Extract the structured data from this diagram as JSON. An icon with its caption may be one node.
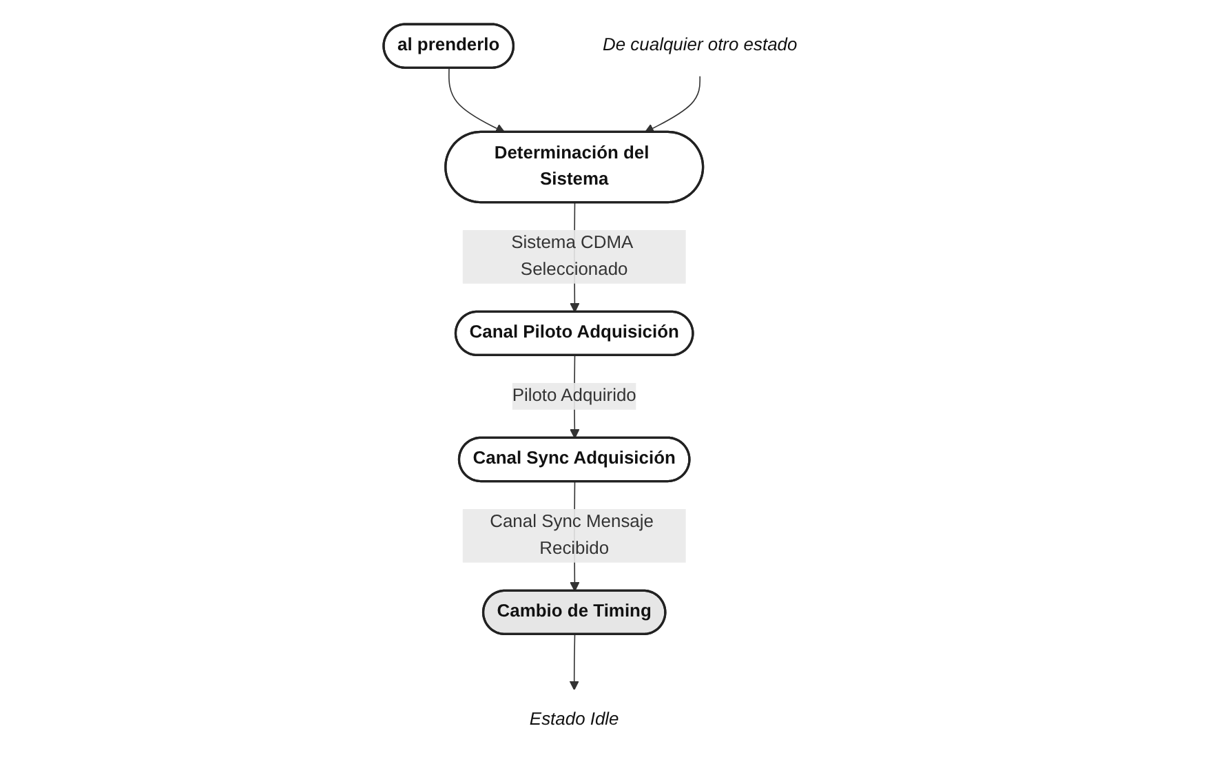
{
  "diagram": {
    "nodes": [
      {
        "text": [
          "al prenderlo"
        ]
      },
      {
        "text": [
          "Determinación del Sistema"
        ]
      },
      {
        "text": [
          "De cualquier otro estado"
        ]
      },
      {
        "text": [
          "Canal Piloto Adquisición"
        ]
      },
      {
        "text": [
          "Canal Sync Adquisición"
        ]
      },
      {
        "text": [
          "Cambio de Timing"
        ]
      },
      {
        "text": [
          "Estado Idle"
        ]
      }
    ],
    "edges": [
      {
        "from": 0,
        "to": 1,
        "arrow": "to"
      },
      {
        "from": 2,
        "to": 1,
        "arrow": "to"
      },
      {
        "from": 1,
        "to": 3,
        "arrow": "to",
        "label": "Sistema CDMA Seleccionado"
      },
      {
        "from": 3,
        "to": 4,
        "arrow": "to",
        "label": "Piloto Adquirido"
      },
      {
        "from": 4,
        "to": 5,
        "arrow": "to",
        "label": "Canal Sync Mensaje Recibido"
      },
      {
        "from": 5,
        "to": 6,
        "arrow": "to"
      }
    ]
  }
}
